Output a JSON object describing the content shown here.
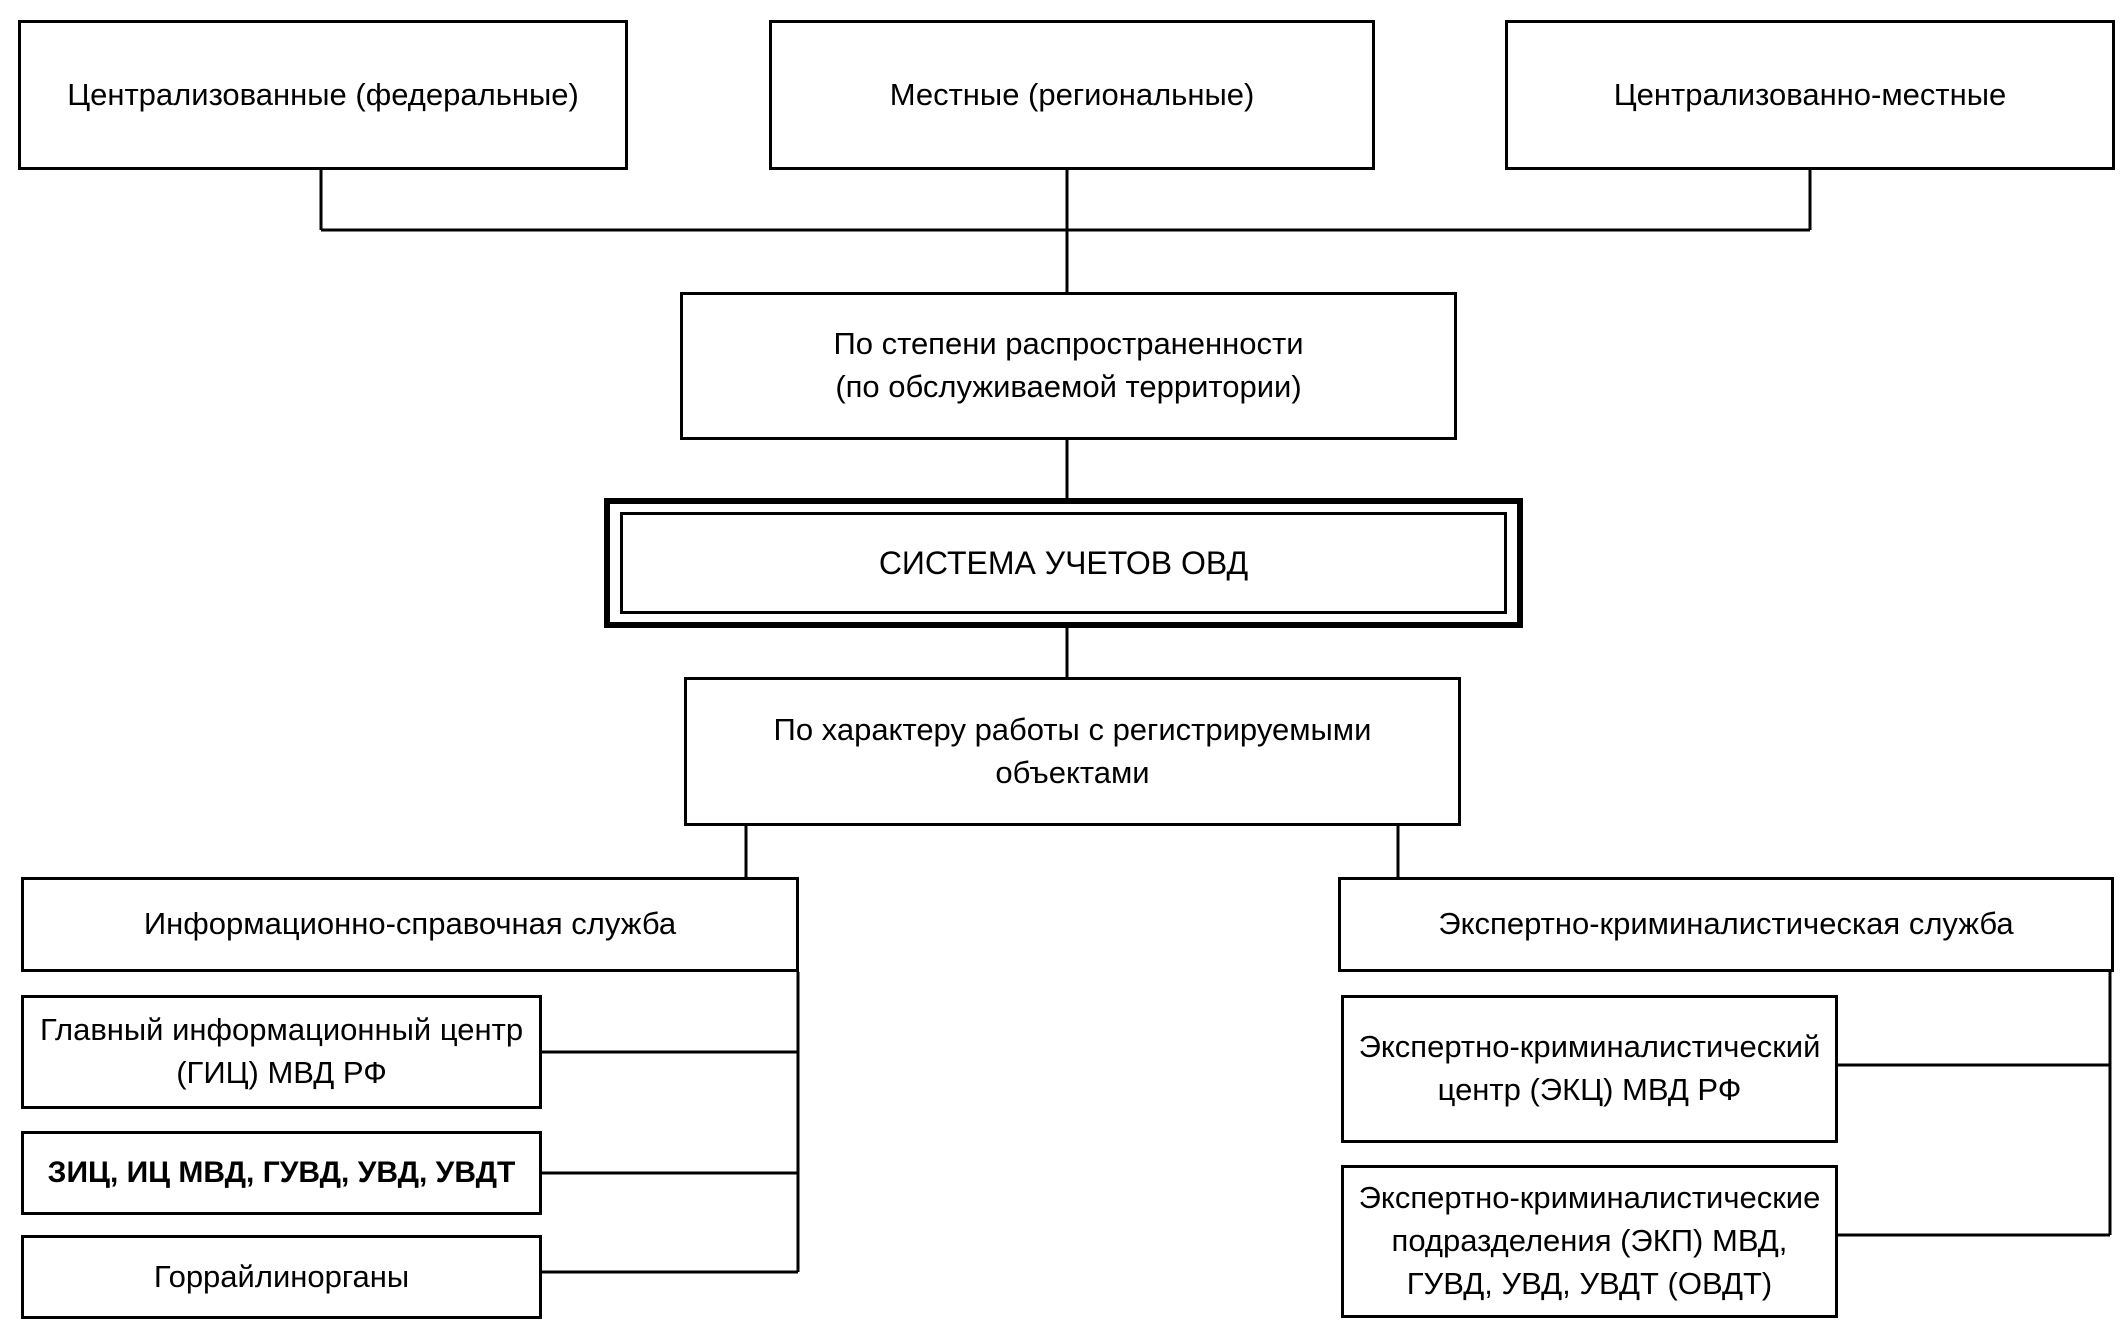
{
  "top_level": {
    "centralized": "Централизованные (федеральные)",
    "local": "Местные (региональные)",
    "centralized_local": "Централизованно-местные"
  },
  "territory_criterion": {
    "line1": "По степени распространенности",
    "line2": "(по обслуживаемой территории)"
  },
  "central": {
    "title": "СИСТЕМА УЧЕТОВ ОВД"
  },
  "work_criterion": {
    "line1": "По характеру работы с регистрируемыми",
    "line2": "объектами"
  },
  "info_service": {
    "title": "Информационно-справочная служба",
    "items": [
      {
        "line1": "Главный информационный центр",
        "line2": "(ГИЦ) МВД РФ"
      },
      {
        "line1": "ЗИЦ, ИЦ МВД, ГУВД, УВД, УВДТ"
      },
      {
        "line1": "Горрайлинорганы"
      }
    ]
  },
  "forensic_service": {
    "title": "Экспертно-криминалистическая служба",
    "items": [
      {
        "line1": "Экспертно-криминалистический",
        "line2": "центр (ЭКЦ) МВД РФ"
      },
      {
        "line1": "Экспертно-криминалистические",
        "line2": "подразделения (ЭКП) МВД,",
        "line3": "ГУВД, УВД, УВДТ (ОВДТ)"
      }
    ]
  }
}
